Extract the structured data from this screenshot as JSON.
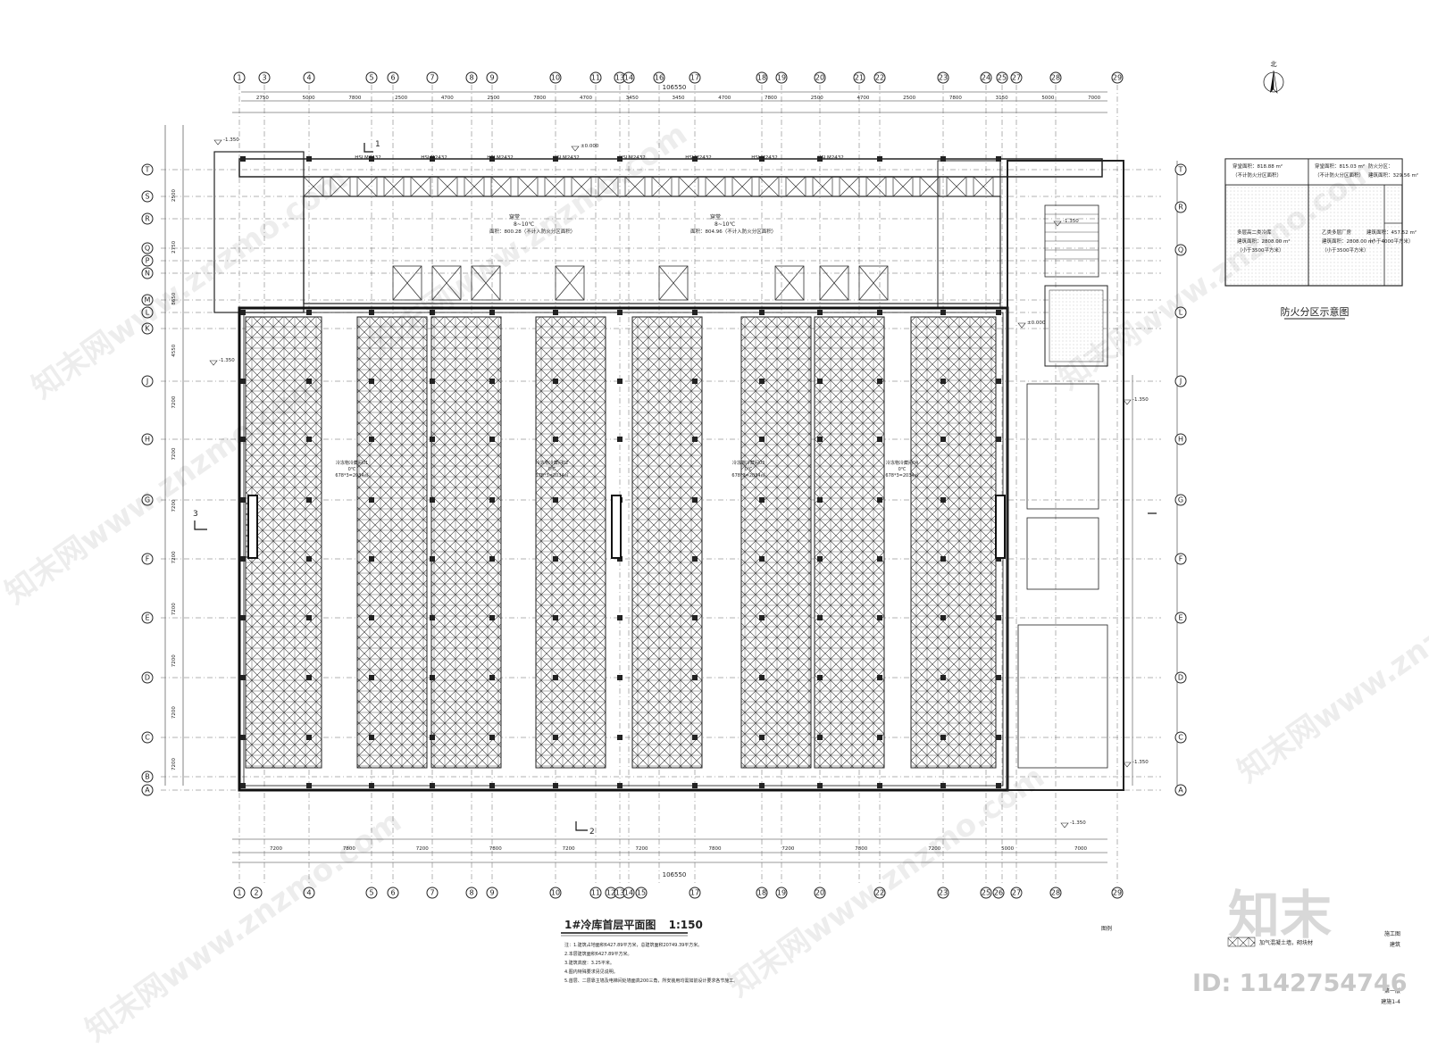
{
  "plan_title": "1#冷库首层平面图",
  "plan_scale": "1:150",
  "fire_zone_title": "防火分区示意图",
  "north_label": "北",
  "axes_top": [
    "1",
    "3",
    "4",
    "5",
    "6",
    "7",
    "8",
    "9",
    "10",
    "11",
    "13",
    "14",
    "16",
    "17",
    "18",
    "19",
    "20",
    "21",
    "22",
    "23",
    "24",
    "25",
    "27",
    "28",
    "29"
  ],
  "axes_bottom": [
    "1",
    "2",
    "4",
    "5",
    "6",
    "7",
    "8",
    "9",
    "10",
    "11",
    "12",
    "13",
    "14",
    "15",
    "17",
    "18",
    "19",
    "20",
    "22",
    "23",
    "25",
    "26",
    "27",
    "28",
    "29"
  ],
  "axes_left": [
    "T",
    "S",
    "R",
    "Q",
    "P",
    "N",
    "M",
    "L",
    "K",
    "J",
    "H",
    "G",
    "F",
    "E",
    "D",
    "C",
    "B",
    "A"
  ],
  "axes_right": [
    "T",
    "R",
    "Q",
    "L",
    "J",
    "H",
    "G",
    "F",
    "E",
    "D",
    "C",
    "A"
  ],
  "overall_dim": "106550",
  "top_dims": [
    "2750",
    "5000",
    "7800",
    "2500",
    "4700",
    "2500",
    "7800",
    "4700",
    "3450",
    "3450",
    "4700",
    "7800",
    "2500",
    "4700",
    "2500",
    "7800",
    "3150",
    "5000",
    "7000"
  ],
  "bottom_dims": [
    "7200",
    "7800",
    "7200",
    "7800",
    "7200",
    "7200",
    "7800",
    "7200",
    "7800",
    "7200",
    "5000",
    "7000"
  ],
  "left_dims": [
    "2500",
    "2750",
    "8650",
    "4550",
    "7200",
    "7200",
    "7200",
    "7200",
    "7200",
    "7200",
    "7200",
    "7200"
  ],
  "cold_rooms": [
    {
      "name": "冷冻物冷藏间01",
      "temp": "0℃",
      "size": "678*3=2034㎡"
    },
    {
      "name": "冷冻物冷藏间02",
      "temp": "0℃",
      "size": "678*3=2034㎡"
    },
    {
      "name": "冷冻物冷藏间03",
      "temp": "0℃",
      "size": "678*3=2034㎡"
    },
    {
      "name": "冷冻物冷藏间04",
      "temp": "0℃",
      "size": "678*3=2034㎡"
    }
  ],
  "platform_labels": [
    {
      "name": "穿堂",
      "temp": "8~10℃",
      "area": "面积：800.28（不计入防火分区面积）"
    },
    {
      "name": "穿堂",
      "temp": "8~10℃",
      "area": "面积：804.96（不计入防火分区面积）"
    }
  ],
  "door_labels": [
    "HSLM2432",
    "HSLM2432",
    "HSLM2432",
    "HSLM2432",
    "HSLM2432",
    "HSLM2432",
    "HSLM2432",
    "HSLM2432"
  ],
  "level_marks": [
    "-1.350",
    "±0.000",
    "-1.350",
    "-1.350",
    "±0.000",
    "-1.350",
    "-1.350",
    "-1.350"
  ],
  "fire_zones": [
    {
      "label": "穿堂面积：818.88 m²",
      "note": "（不计防火分区面积）"
    },
    {
      "label": "穿堂面积：815.03 m²",
      "note": "（不计防火分区面积）"
    },
    {
      "label": "防火分区：",
      "extra": "建筑面积：329.56 m²"
    },
    {
      "label": "多层高二类冷库",
      "note": "建筑面积：2808.00 m²",
      "sub": "（小于3500平方米）"
    },
    {
      "label": "乙类多层厂房",
      "note": "建筑面积：2808.00 m²",
      "sub": "（小于3500平方米）"
    },
    {
      "label": "",
      "extra": "建筑面积：457.52 m²",
      "sub": "（小于4000平方米）"
    }
  ],
  "notes": [
    "注：1.建筑占地面积6427.89平方米，总建筑面积20749.39平方米。",
    "2.本层建筑面积6427.89平方米。",
    "3.建筑高度：3.25平米。",
    "4.图内特殊要求另见说明。",
    "5.首层、二层靠主墙及电梯间处墙面高200三角，所安装用均需如前设计要求各节施工。"
  ],
  "legend_title": "图例",
  "legend_item": "加气混凝土墙，砌块材",
  "titleblock": {
    "stage": "施工图",
    "discipline": "建筑",
    "sheet_no": "建施1-4",
    "page": "第一版"
  },
  "watermark_text": "知末网www.znzmo.com",
  "brand_logo": "知末",
  "brand_id": "ID: 1142754746",
  "colors": {
    "line": "#222222",
    "grid": "#555555",
    "hatch": "#333333",
    "wm": "#cccccc"
  }
}
